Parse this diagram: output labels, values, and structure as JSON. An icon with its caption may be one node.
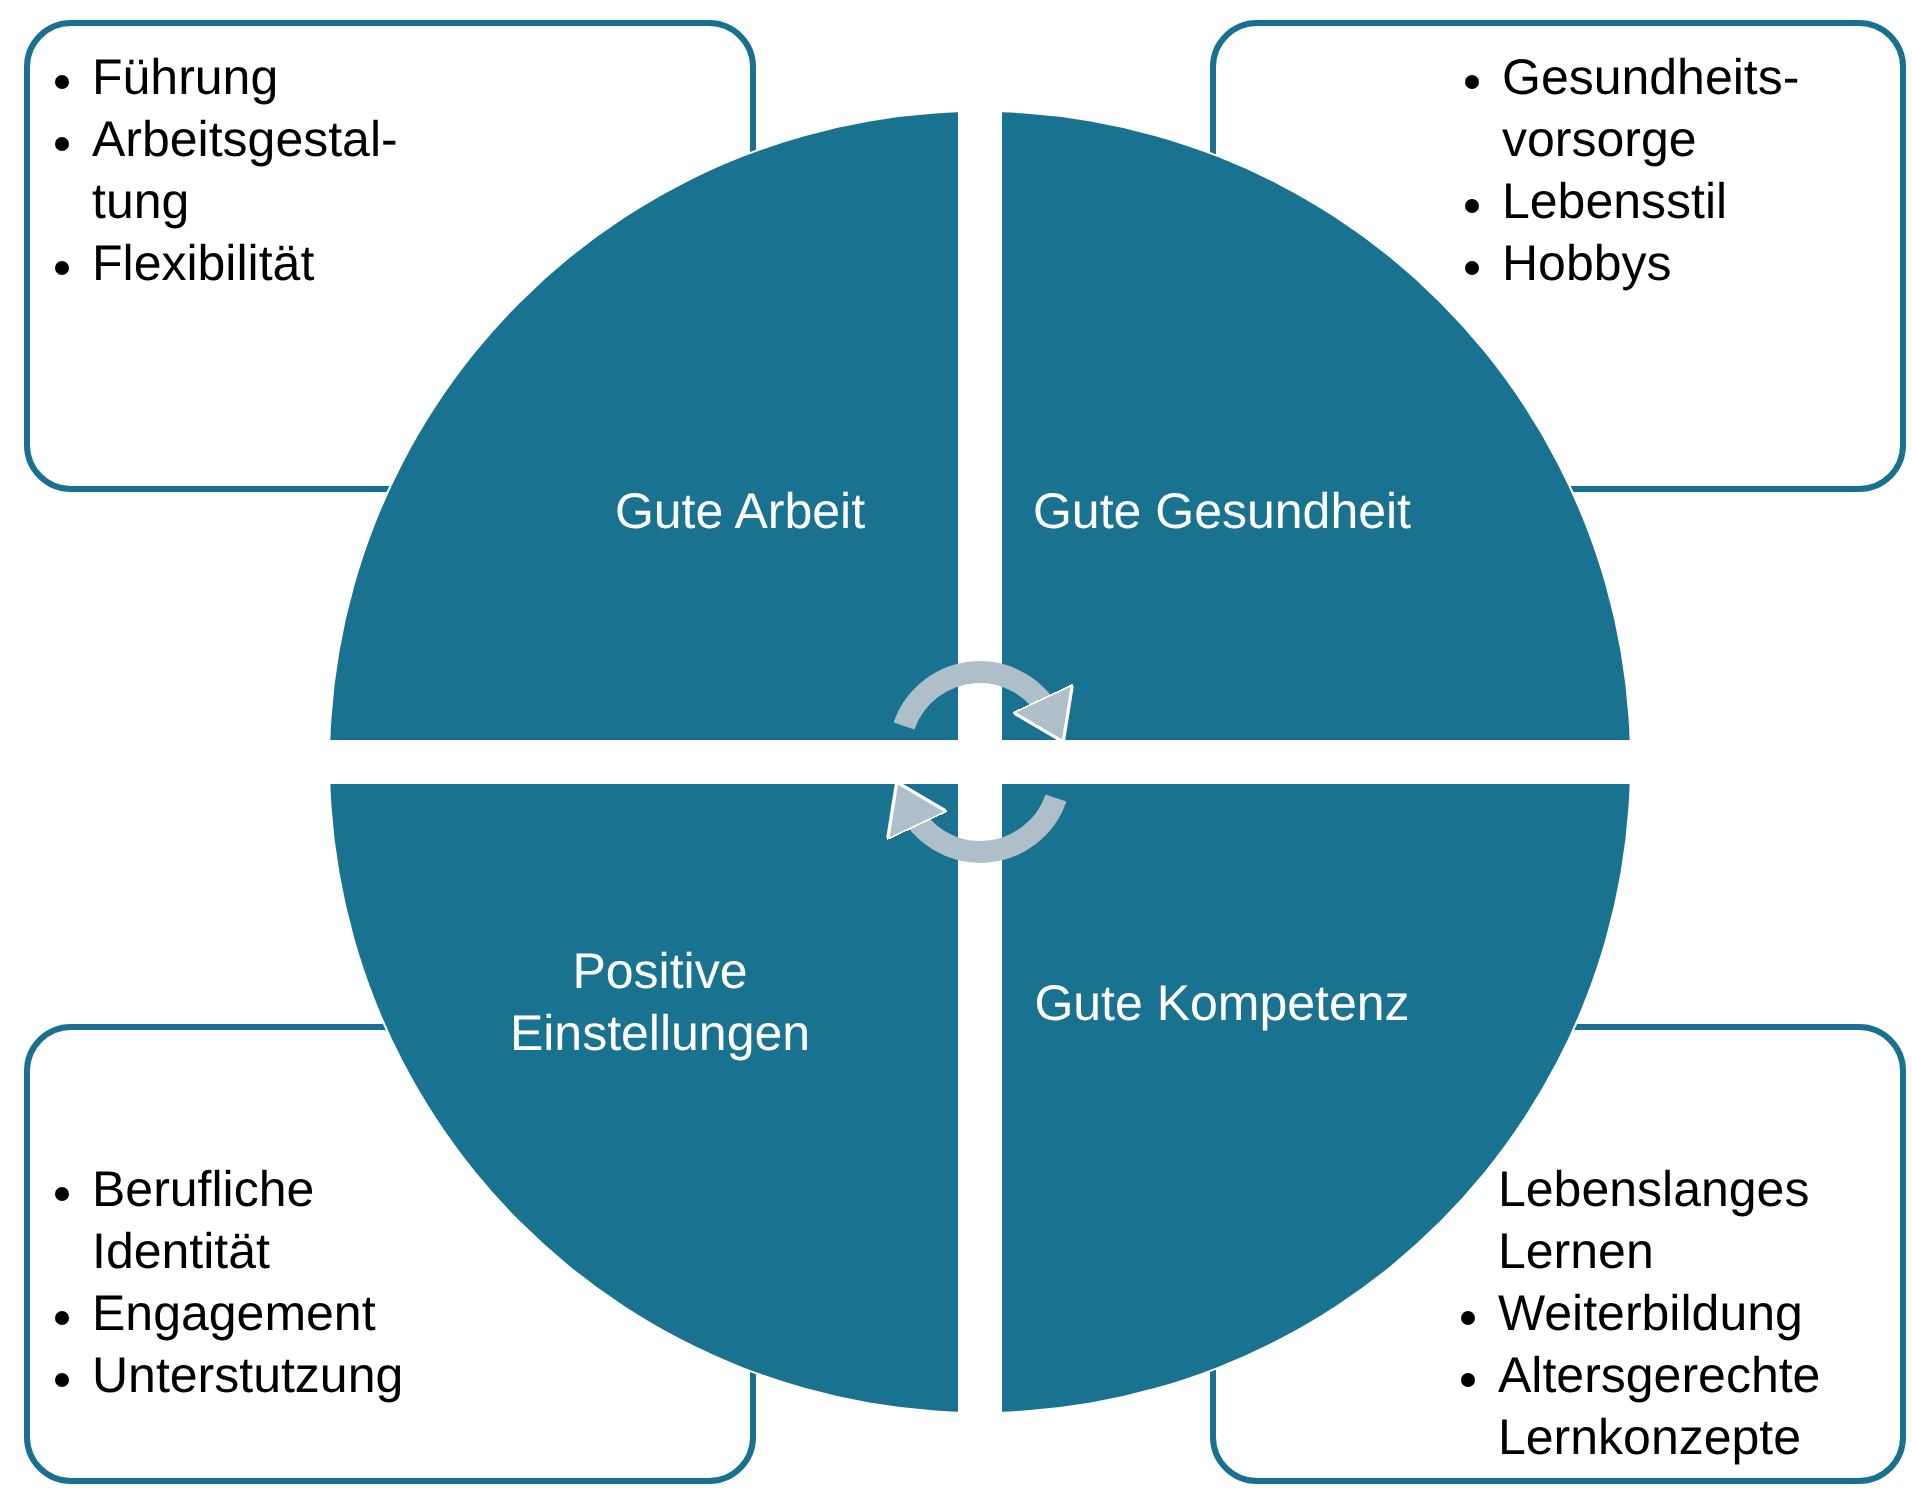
{
  "diagram": {
    "nodes": [
      {
        "text": [
          "Führung",
          "Arbeitsgestal- tung",
          "Flexibilität"
        ]
      },
      {
        "text": [
          "Gesundheits- vorsorge",
          "Lebensstil",
          "Hobbys"
        ]
      },
      {
        "text": [
          "Gute Arbeit"
        ]
      },
      {
        "text": [
          "Gute Gesundheit"
        ]
      },
      {
        "text": [
          "Positive Einstellungen"
        ]
      },
      {
        "text": [
          "Gute Kompetenz"
        ]
      },
      {
        "text": [
          "Berufliche Identität",
          "Engagement",
          "Unterstutzung"
        ]
      },
      {
        "text": [
          "Lebenslanges Lernen",
          "Weiterbildung",
          "Altersgerechte Lernkonzepte"
        ]
      }
    ],
    "edges": [
      {
        "from": 2,
        "to": 3,
        "arrow": "to"
      },
      {
        "from": 5,
        "to": 4,
        "arrow": "to"
      }
    ]
  }
}
